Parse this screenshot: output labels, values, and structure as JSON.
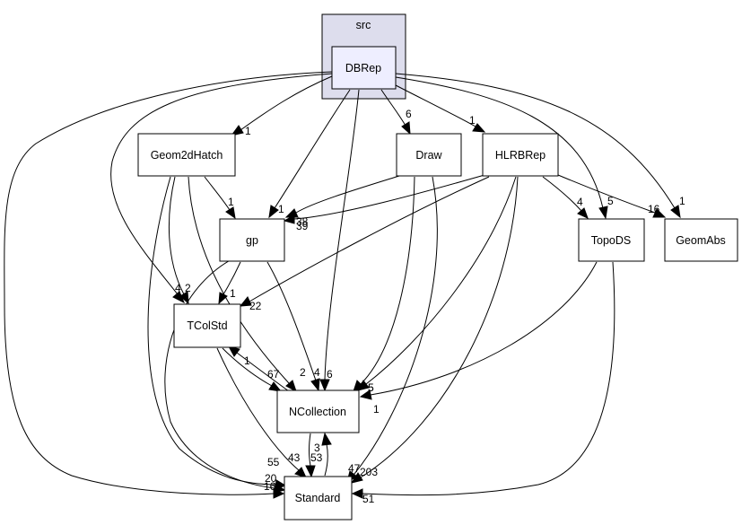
{
  "cluster": {
    "label": "src"
  },
  "nodes": {
    "dbrep": "DBRep",
    "geom2dhatch": "Geom2dHatch",
    "draw": "Draw",
    "hlrbrep": "HLRBRep",
    "gp": "gp",
    "topods": "TopoDS",
    "geomabs": "GeomAbs",
    "tcolstd": "TColStd",
    "ncollection": "NCollection",
    "standard": "Standard"
  },
  "edge_labels": {
    "dbrep_geom2dhatch": "1",
    "dbrep_draw": "6",
    "dbrep_hlrbrep": "1",
    "dbrep_gp": "1",
    "dbrep_topods": "5",
    "dbrep_geomabs": "1",
    "dbrep_tcolstd": "4",
    "dbrep_ncollection": "6",
    "dbrep_standard": "20",
    "geom2dhatch_gp": "1",
    "geom2dhatch_tcolstd": "2",
    "geom2dhatch_ncollection": "2",
    "geom2dhatch_standard": "55",
    "draw_gp": "38",
    "draw_ncollection": "5",
    "draw_standard": "47",
    "hlrbrep_gp": "39",
    "hlrbrep_tcolstd": "22",
    "hlrbrep_topods": "4",
    "hlrbrep_geomabs": "16",
    "hlrbrep_ncollection": "5",
    "hlrbrep_standard": "203",
    "gp_tcolstd": "1",
    "gp_ncollection": "4",
    "gp_standard": "16",
    "tcolstd_ncollection": "67",
    "ncollection_tcolstd": "1",
    "tcolstd_standard": "43",
    "ncollection_standard": "53",
    "standard_ncollection": "3",
    "topods_ncollection": "1",
    "topods_standard": "51"
  }
}
